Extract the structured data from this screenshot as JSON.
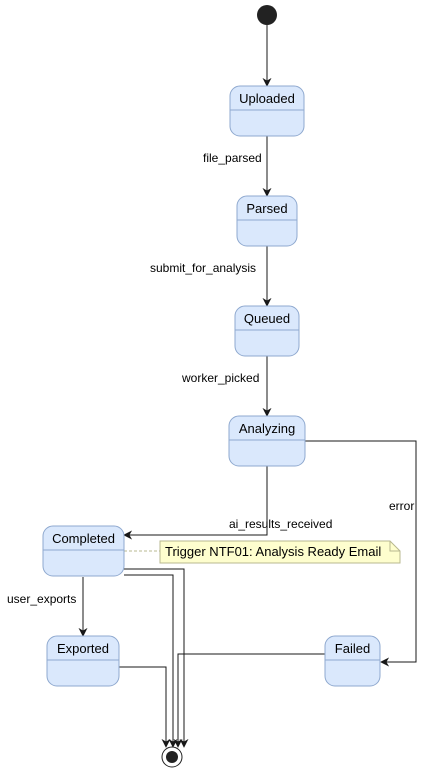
{
  "colors": {
    "state_fill": "#dae8fc",
    "state_stroke": "#8fa9cf",
    "edge": "#181818",
    "note_fill": "#fefece",
    "note_stroke": "#b8b890"
  },
  "states": {
    "uploaded": "Uploaded",
    "parsed": "Parsed",
    "queued": "Queued",
    "analyzing": "Analyzing",
    "completed": "Completed",
    "exported": "Exported",
    "failed": "Failed"
  },
  "transitions": {
    "file_parsed": "file_parsed",
    "submit_for_analysis": "submit_for_analysis",
    "worker_picked": "worker_picked",
    "ai_results_received": "ai_results_received",
    "error": "error",
    "user_exports": "user_exports"
  },
  "note": {
    "text": "Trigger NTF01: Analysis Ready Email"
  }
}
